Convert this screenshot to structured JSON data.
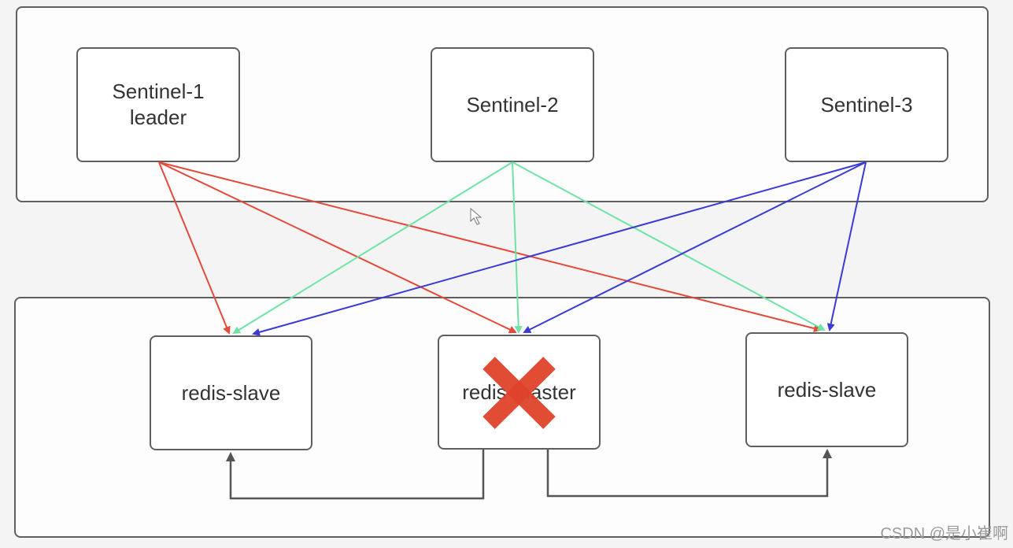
{
  "sentinels": [
    {
      "line1": "Sentinel-1",
      "line2": "leader",
      "color": "#e34a3a"
    },
    {
      "line1": "Sentinel-2",
      "line2": "",
      "color": "#6fe3a6"
    },
    {
      "line1": "Sentinel-3",
      "line2": "",
      "color": "#3a3ad6"
    }
  ],
  "redis": {
    "slave_left": "redis-slave",
    "master": "redis-master",
    "slave_right": "redis-slave"
  },
  "master_status": {
    "failed": true,
    "icon": "cross-icon",
    "color": "#e0432b"
  },
  "connector_color": "#555555",
  "watermark": "CSDN @是小崔啊"
}
